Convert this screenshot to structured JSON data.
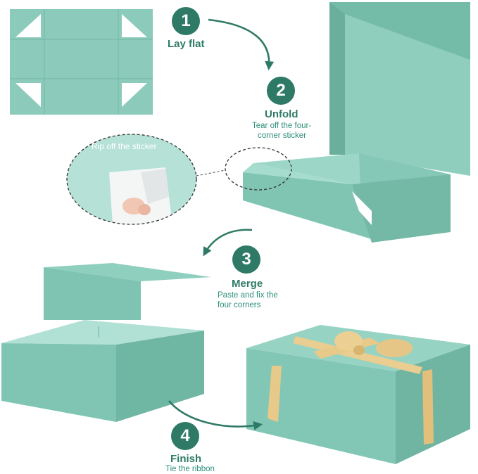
{
  "steps": [
    {
      "number": "1",
      "title": "Lay flat",
      "subtitle": []
    },
    {
      "number": "2",
      "title": "Unfold",
      "subtitle": [
        "Tear off the four-",
        "corner sticker"
      ]
    },
    {
      "number": "3",
      "title": "Merge",
      "subtitle": [
        "Paste and fix the",
        "four corners"
      ]
    },
    {
      "number": "4",
      "title": "Finish",
      "subtitle": [
        "Tie the ribbon"
      ]
    }
  ],
  "callout": {
    "label": "Rip off the sticker"
  },
  "colors": {
    "box": "#7fc5b3",
    "box_light": "#9bd6c6",
    "box_dark": "#64ab98",
    "accent": "#2e7a66",
    "ribbon": "#e7c98a"
  }
}
